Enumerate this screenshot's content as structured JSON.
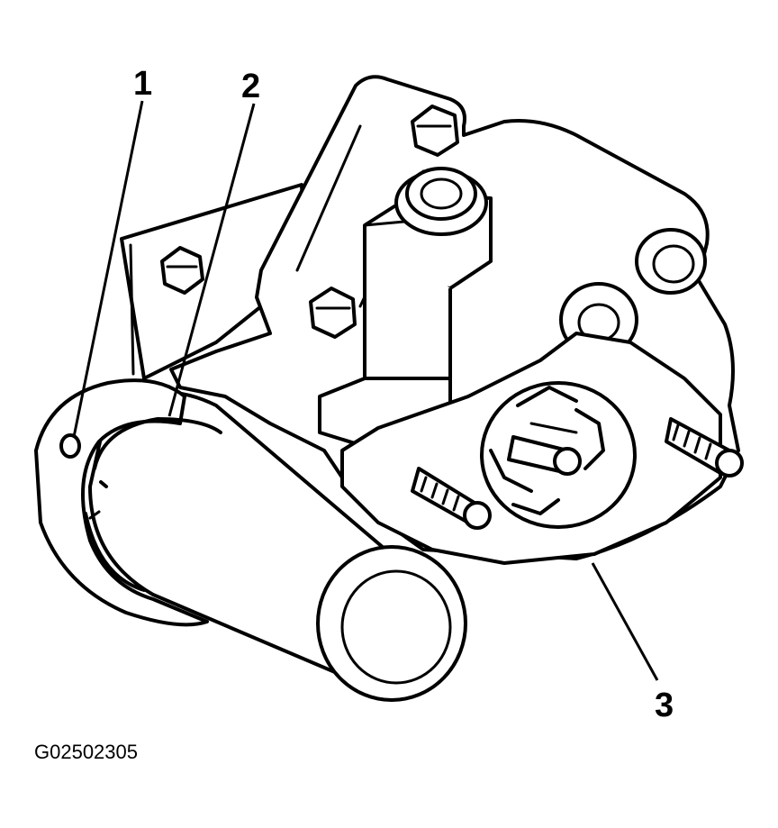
{
  "callouts": [
    {
      "label": "1"
    },
    {
      "label": "2"
    },
    {
      "label": "3"
    }
  ],
  "figure_id": "G02502305"
}
